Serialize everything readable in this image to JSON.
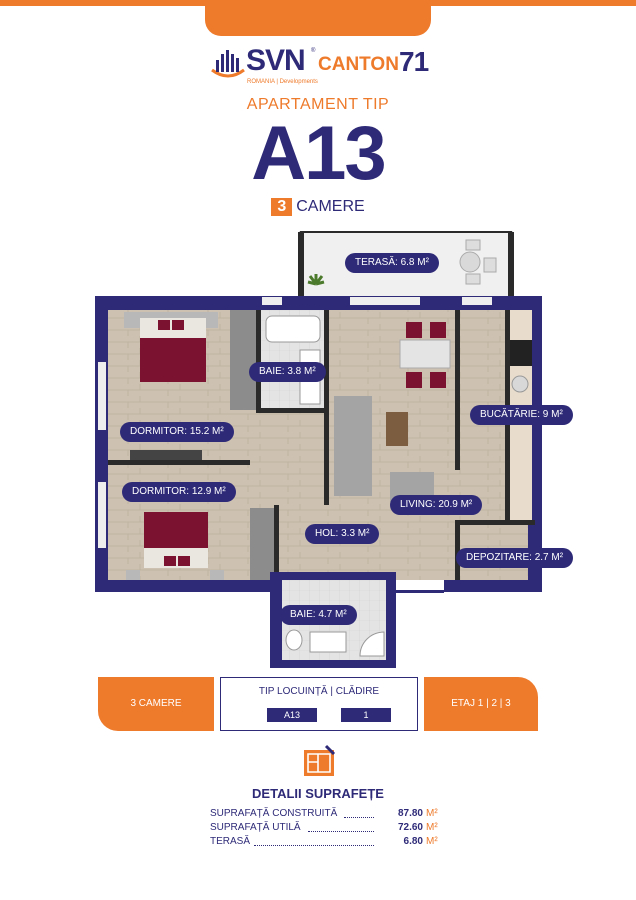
{
  "brand": {
    "name": "SVN",
    "trademark": "®",
    "project": "CANTON",
    "project_number": "71",
    "subtitle": "ROMANIA | Developments"
  },
  "heading": {
    "apartment_type_label": "APARTAMENT TIP",
    "apartment_code": "A13",
    "rooms_number": "3",
    "rooms_label": "CAMERE"
  },
  "rooms": {
    "terrace": "TERASĂ: 6.8 M²",
    "bathroom_1": "BAIE: 3.8 M²",
    "bedroom_1": "DORMITOR: 15.2 M²",
    "kitchen": "BUCĂTĂRIE: 9 M²",
    "bedroom_2": "DORMITOR: 12.9 M²",
    "living": "LIVING: 20.9 M²",
    "hallway": "HOL: 3.3 M²",
    "storage": "DEPOZITARE: 2.7 M²",
    "bathroom_2": "BAIE: 4.7 M²"
  },
  "info": {
    "rooms": "3 CAMERE",
    "type_building_title": "TIP LOCUINȚĂ | CLĂDIRE",
    "type": "A13",
    "building": "1",
    "floors": "ETAJ 1 | 2 | 3"
  },
  "details": {
    "title": "DETALII SUPRAFEȚE",
    "items": [
      {
        "label": "SUPRAFAȚĂ CONSTRUITĂ",
        "value": "87.80",
        "unit": "M²"
      },
      {
        "label": "SUPRAFAȚĂ UTILĂ",
        "value": "72.60",
        "unit": "M²"
      },
      {
        "label": "TERASĂ",
        "value": "6.80",
        "unit": "M²"
      }
    ]
  },
  "colors": {
    "brand_blue": "#2e2a78",
    "brand_orange": "#ee7a2b",
    "floor_wood": "#cbbfae",
    "bed_red": "#7a1230"
  }
}
